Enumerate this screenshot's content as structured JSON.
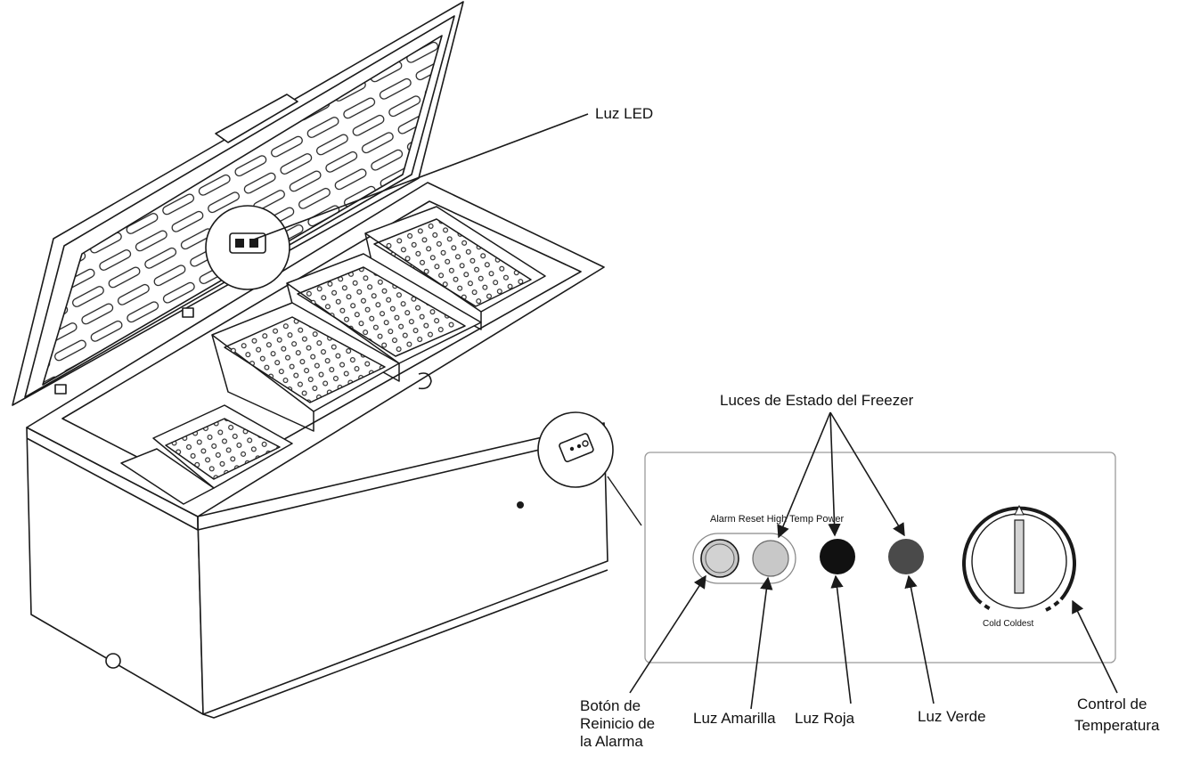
{
  "labels": {
    "led_light": "Luz LED",
    "status_lights": "Luces de Estado del Freezer",
    "alarm_reset_button": [
      "Botón de",
      "Reinicio de",
      "la Alarma"
    ],
    "yellow_light": "Luz Amarilla",
    "red_light": "Luz Roja",
    "green_light": "Luz Verde",
    "temperature_control": [
      "Control de",
      "Temperatura"
    ]
  },
  "panel": {
    "legend": "Alarm Reset High Temp Power",
    "dial_scale": "Cold Coldest"
  },
  "colors": {
    "line": "#1a1a1a",
    "panel_border": "#9a9a9a",
    "light_button": "#c8c8c8",
    "red_light": "#111111",
    "green_light": "#4a4a4a"
  }
}
